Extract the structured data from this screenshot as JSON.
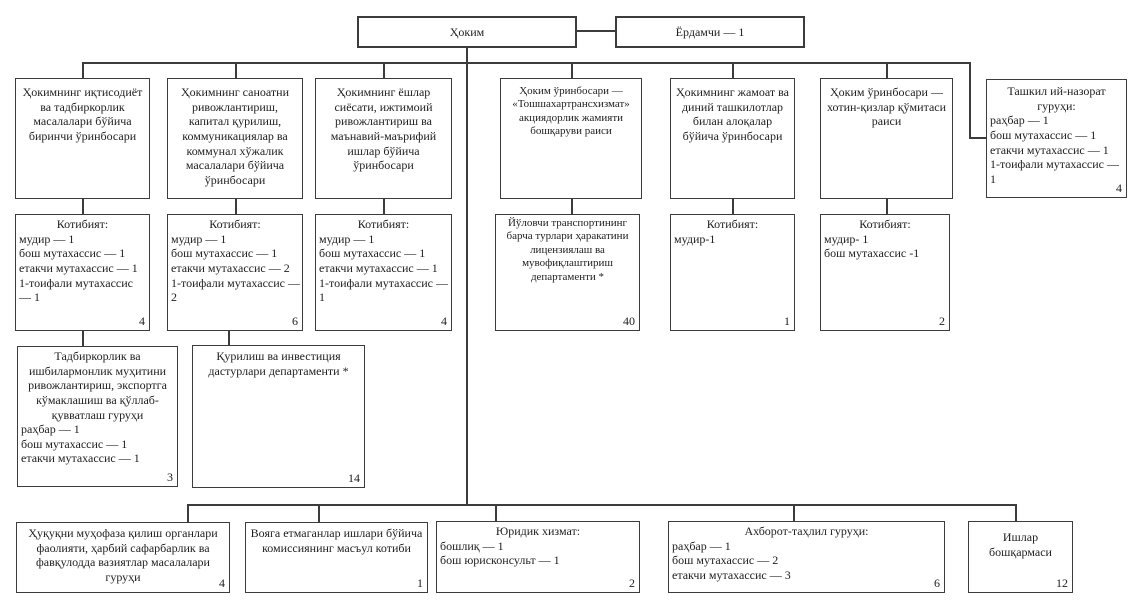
{
  "top": {
    "hokim": "Ҳоким",
    "assistant": "Ёрдамчи — 1"
  },
  "deputies": {
    "economy": "Ҳокимнинг иқтисодиёт ва тадбиркорлик масалалари бўйича биринчи ўринбосари",
    "industry": "Ҳокимнинг саноатни ривожлантириш, капитал қурилиш, коммуникациялар ва коммунал хўжалик масалалари бўйича ўринбосари",
    "youth": "Ҳокимнинг ёшлар сиёсати, ижтимоий ривожлантириш ва маънавий-маърифий ишлар бўйича ўринбосари",
    "transport": "Ҳоким ўринбосари — «Тошшахартрансхизмат» акциядорлик жамияти бошқаруви раиси",
    "public_religious": "Ҳокимнинг жамоат ва диний ташкилотлар билан алоқалар бўйича ўринбосари",
    "women": "Ҳоким ўринбосари — хотин-қизлар қўмитаси раиси"
  },
  "org_control": {
    "title": "Ташкил ий-назорат гуруҳи:",
    "lines": [
      "раҳбар — 1",
      "бош мутахассис — 1",
      "етакчи мутахассис — 1",
      "1-тоифали мутахассис — 1"
    ],
    "count": "4"
  },
  "sec1": {
    "title": "Котибият:",
    "lines": [
      "мудир — 1",
      "бош мутахассис — 1",
      "етакчи мутахассис — 1",
      "1-тоифали мутахассис — 1"
    ],
    "count": "4"
  },
  "sec2": {
    "title": "Котибият:",
    "lines": [
      "мудир — 1",
      "бош мутахассис — 1",
      "етакчи мутахассис — 2",
      "1-тоифали мутахассис — 2"
    ],
    "count": "6"
  },
  "sec3": {
    "title": "Котибият:",
    "lines": [
      "мудир — 1",
      "бош мутахассис — 1",
      "етакчи мутахассис — 1",
      "1-тоифали мутахассис — 1"
    ],
    "count": "4"
  },
  "transport_dept": {
    "title": "Йўловчи транспортининг барча турлари ҳаракатини лицензиялаш ва мувофиқлаштириш департаменти *",
    "count": "40"
  },
  "sec4": {
    "title": "Котибият:",
    "lines": [
      "мудир-1"
    ],
    "count": "1"
  },
  "sec5": {
    "title": "Котибият:",
    "lines": [
      "мудир- 1",
      "бош мутахассис -1"
    ],
    "count": "2"
  },
  "business_group": {
    "title": "Тадбиркорлик ва ишбилармонлик муҳитини ривожлантириш, экспортга кўмаклашиш ва қўллаб-қувватлаш гуруҳи",
    "lines": [
      "раҳбар — 1",
      "бош мутахассис — 1",
      "етакчи мутахассис — 1"
    ],
    "count": "3"
  },
  "construction_dept": {
    "title": "Қурилиш ва инвестиция дастурлари департаменти *",
    "count": "14"
  },
  "law_group": {
    "title": "Ҳуқуқни муҳофаза қилиш органлари фаолияти, ҳарбий сафарбарлик ва фавқулодда вазиятлар масалалари гуруҳи",
    "count": "4"
  },
  "minors": {
    "title": "Вояга етмаганлар ишлари бўйича комиссиянинг масъул котиби",
    "count": "1"
  },
  "legal": {
    "title": "Юридик хизмат:",
    "lines": [
      "бошлиқ — 1",
      "бош юрисконсульт — 1"
    ],
    "count": "2"
  },
  "info_group": {
    "title": "Ахборот-таҳлил гуруҳи:",
    "lines": [
      "раҳбар — 1",
      "бош мутахассис — 2",
      "етакчи мутахассис — 3"
    ],
    "count": "6"
  },
  "affairs": {
    "title": "Ишлар бошқармаси",
    "count": "12"
  }
}
